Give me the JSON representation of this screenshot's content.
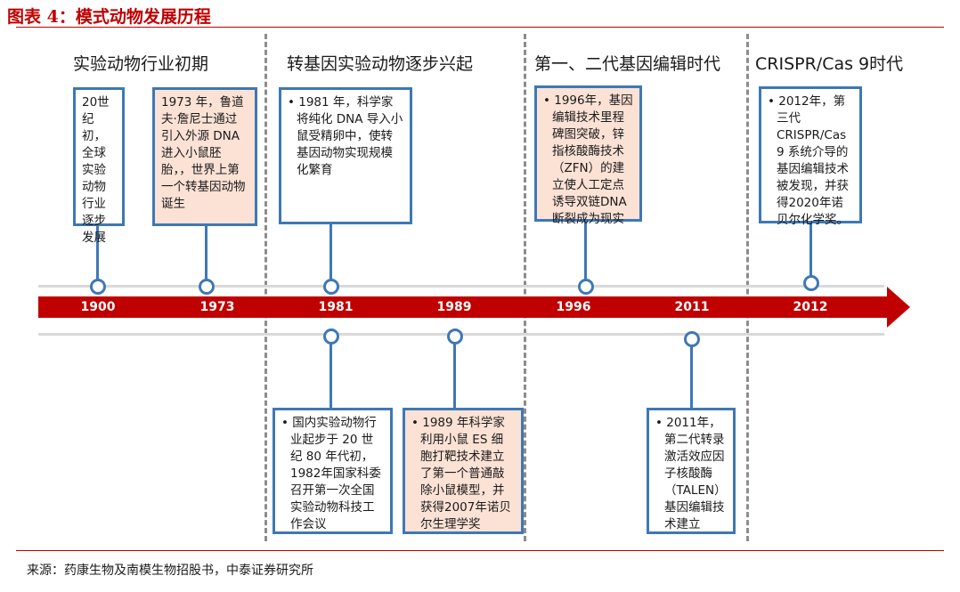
{
  "figure_title": "图表 4：模式动物发展历程",
  "source": "来源：药康生物及南模生物招股书，中泰证券研究所",
  "eras": [
    "实验动物行业初期",
    "转基因实验动物逐步兴起",
    "第一、二代基因编辑时代",
    "CRISPR/Cas 9时代"
  ],
  "years": [
    "1900",
    "1973",
    "1981",
    "1989",
    "1996",
    "2011",
    "2012"
  ],
  "events": {
    "e1900": "20世纪初，全球实验动物行业逐步发展",
    "e1973": "1973 年，鲁道夫·詹尼士通过引入外源 DNA 进入小鼠胚胎，，世界上第一个转基因动物诞生",
    "e1981_top": "• 1981 年，科学家将纯化 DNA 导入小鼠受精卵中，使转基因动物实现规模化繁育",
    "e1996": "• 1996年，基因编辑技术里程碑图突破，锌指核酸酶技术（ZFN）的建立使人工定点诱导双链DNA断裂成为现实",
    "e2012": "• 2012年，第三代 CRISPR/Cas 9 系统介导的基因编辑技术被发现，并获得2020年诺贝尔化学奖。",
    "e1981_bottom": "• 国内实验动物行业起步于 20 世纪 80 年代初，1982年国家科委召开第一次全国实验动物科技工作会议",
    "e1989": "• 1989 年科学家利用小鼠 ES 细胞打靶技术建立了第一个普通敲除小鼠模型，并获得2007年诺贝尔生理学奖",
    "e2011": "• 2011年，第二代转录激活效应因子核酸酶（TALEN）基因编辑技术建立"
  },
  "colors": {
    "accent_red": "#c00000",
    "box_border_blue": "#3e78b5",
    "box_highlight_peach": "#fbe2d5",
    "divider_gray": "#8c8c8c"
  }
}
